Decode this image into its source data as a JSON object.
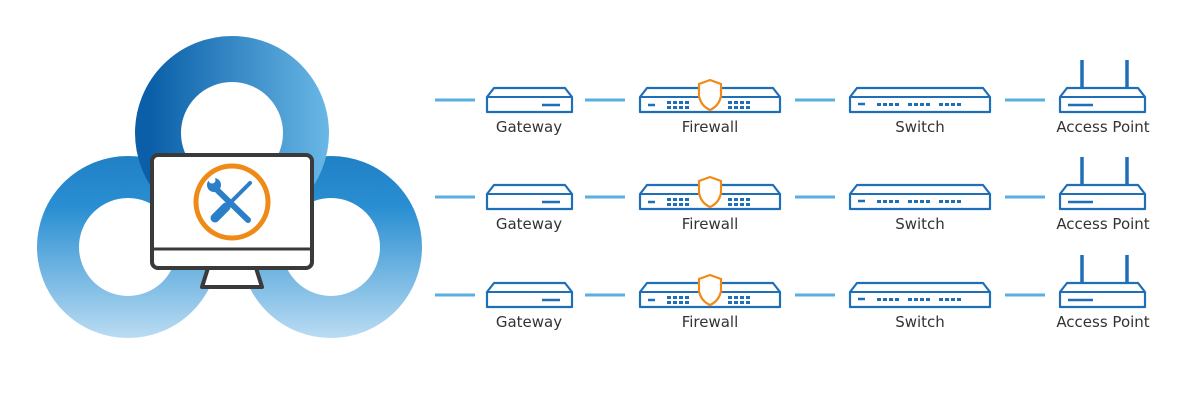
{
  "colors": {
    "device_stroke": "#1f6fb8",
    "link_line": "#5aaee0",
    "accent_orange": "#ef8a17",
    "monitor_frame": "#3a3a3a",
    "cloud_dark": "#0a5fa8",
    "cloud_light": "#bcdcf2"
  },
  "hub": {
    "icon": "cloud-with-monitor-tools-icon"
  },
  "rows": [
    {
      "devices": [
        {
          "label": "Gateway",
          "icon": "gateway-icon"
        },
        {
          "label": "Firewall",
          "icon": "firewall-icon"
        },
        {
          "label": "Switch",
          "icon": "switch-icon"
        },
        {
          "label": "Access Point",
          "icon": "access-point-icon"
        }
      ]
    },
    {
      "devices": [
        {
          "label": "Gateway",
          "icon": "gateway-icon"
        },
        {
          "label": "Firewall",
          "icon": "firewall-icon"
        },
        {
          "label": "Switch",
          "icon": "switch-icon"
        },
        {
          "label": "Access Point",
          "icon": "access-point-icon"
        }
      ]
    },
    {
      "devices": [
        {
          "label": "Gateway",
          "icon": "gateway-icon"
        },
        {
          "label": "Firewall",
          "icon": "firewall-icon"
        },
        {
          "label": "Switch",
          "icon": "switch-icon"
        },
        {
          "label": "Access Point",
          "icon": "access-point-icon"
        }
      ]
    }
  ]
}
